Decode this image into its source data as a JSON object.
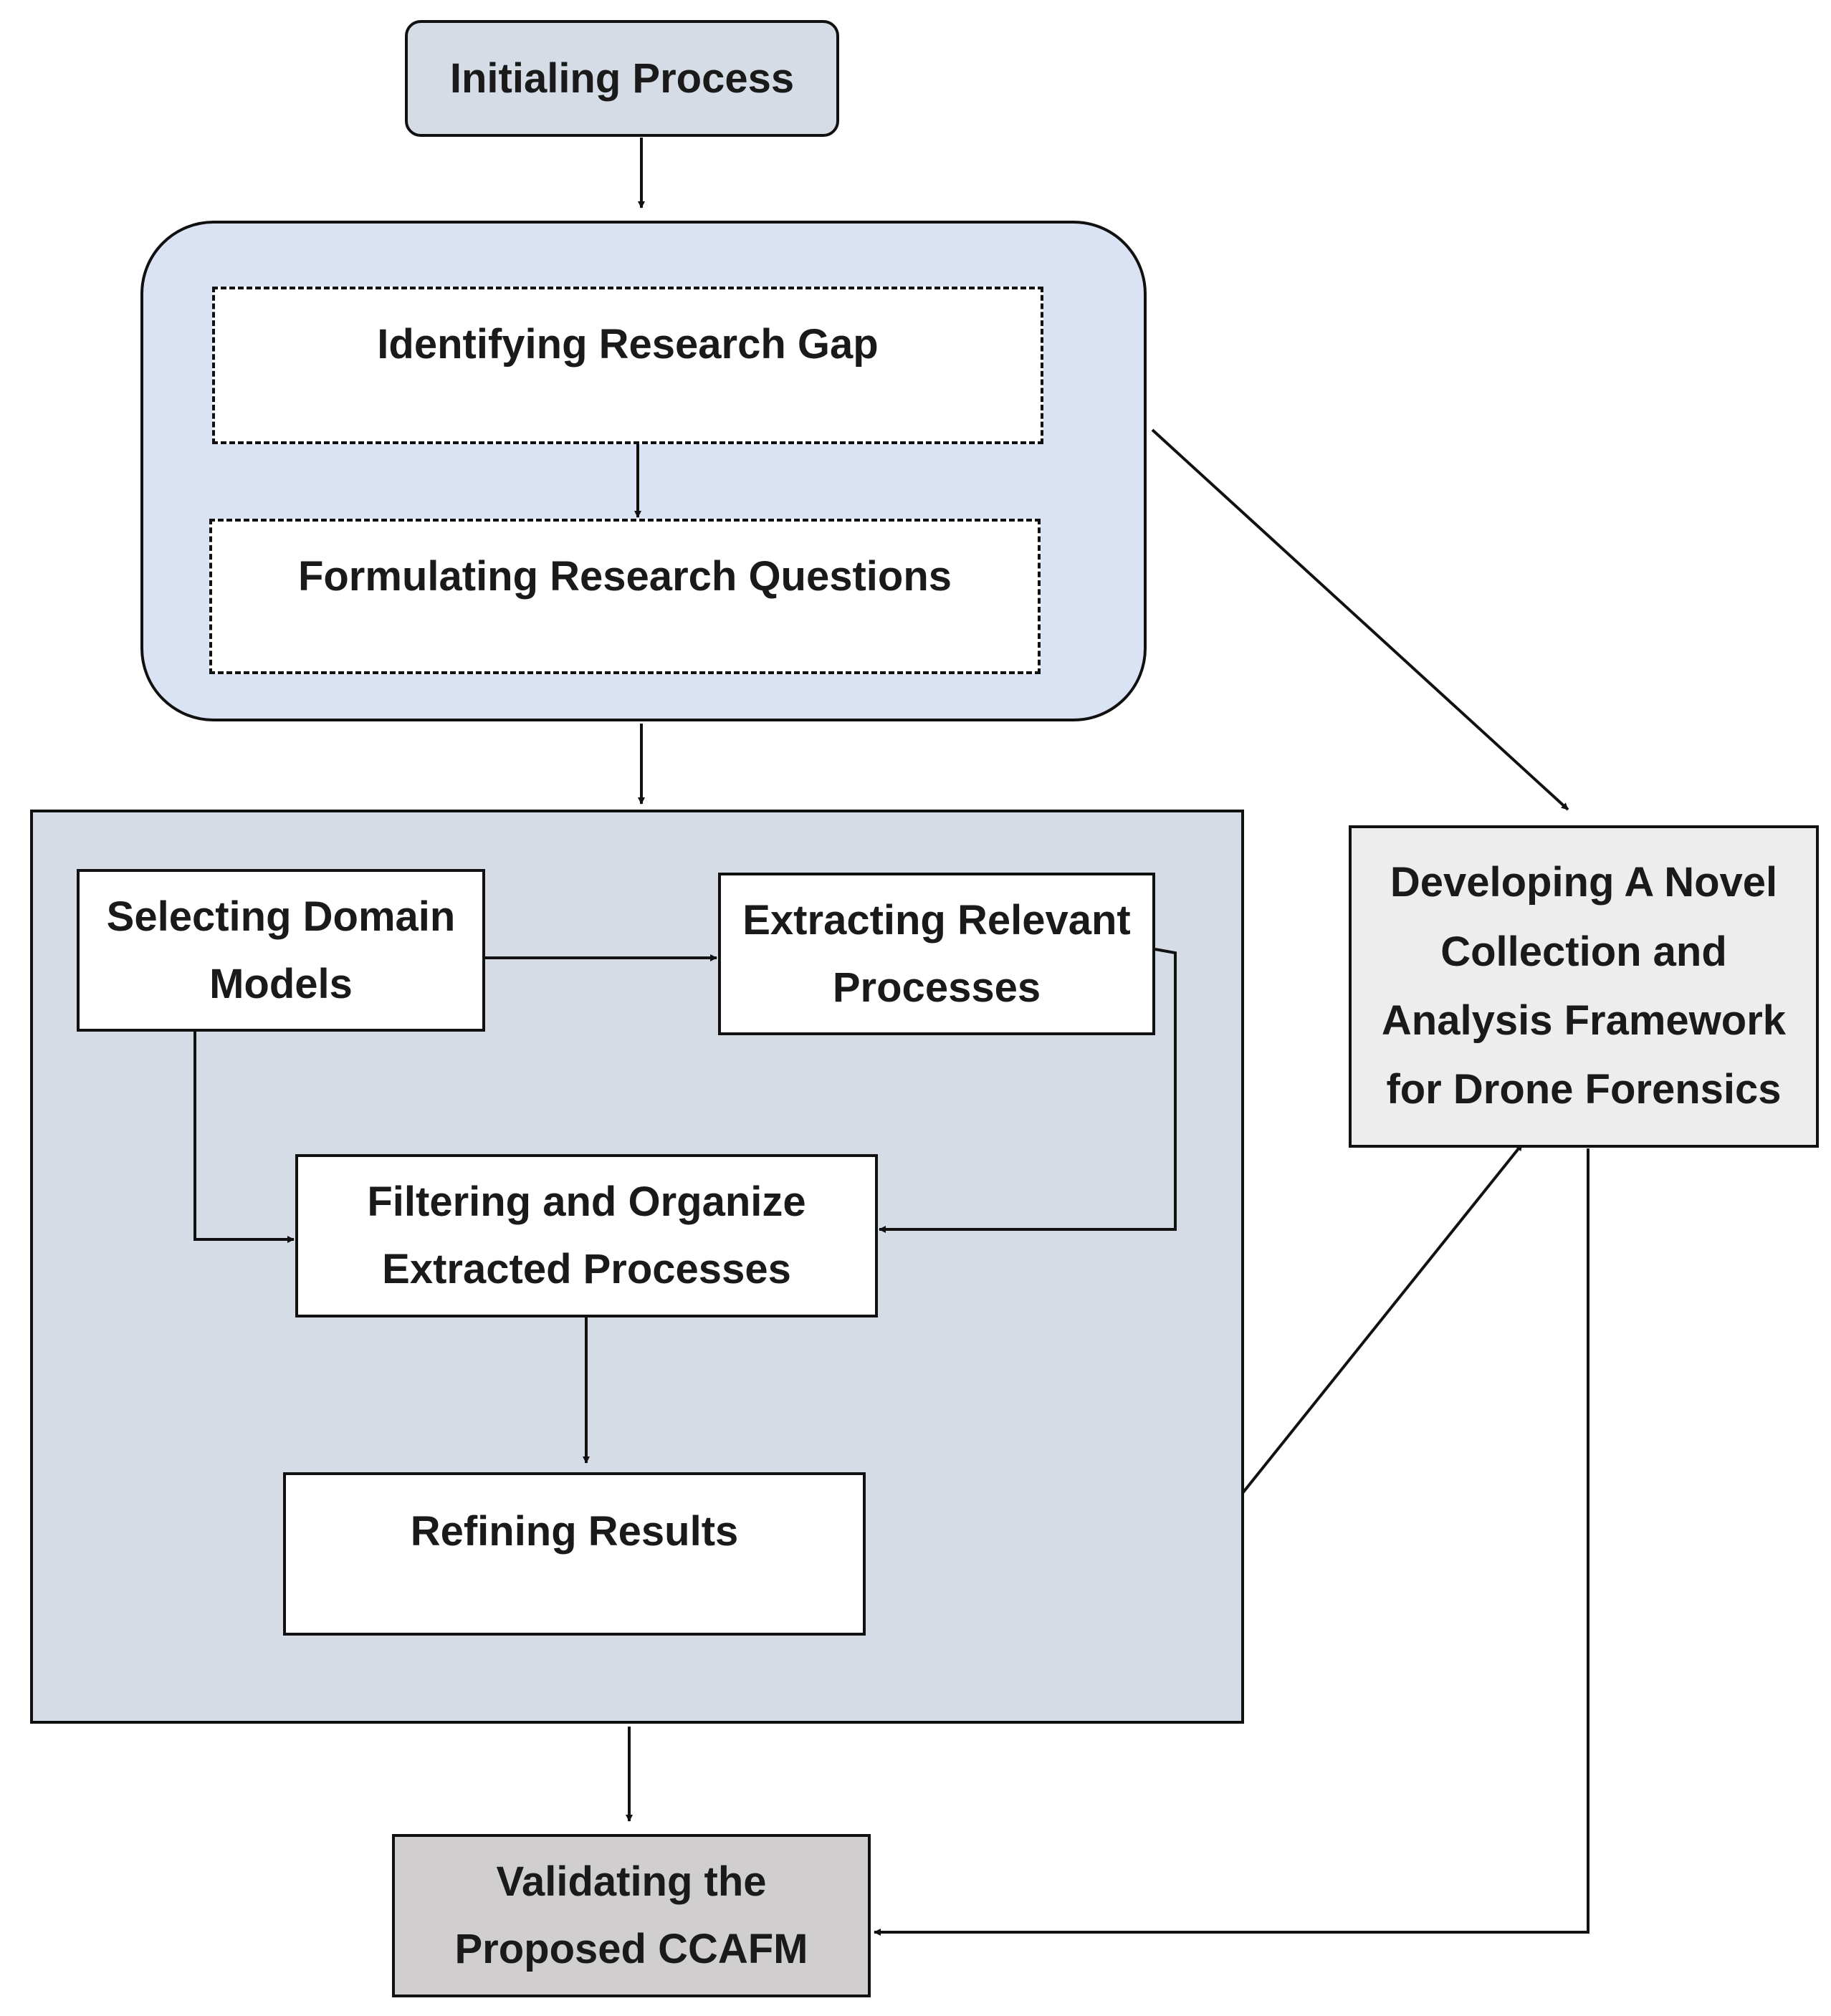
{
  "nodes": {
    "initial": "Initialing Process",
    "gap": "Identifying Research Gap",
    "questions": "Formulating Research Questions",
    "domain": [
      "Selecting Domain",
      "Models"
    ],
    "extract": [
      "Extracting Relevant",
      "Processes"
    ],
    "filter": [
      "Filtering and Organize",
      "Extracted Processes"
    ],
    "refine": "Refining Results",
    "develop": [
      "Developing A Novel",
      "Collection and",
      "Analysis Framework",
      "for Drone Forensics"
    ],
    "validate": [
      "Validating the",
      "Proposed CCAFM"
    ]
  },
  "colors": {
    "initial_fill": "#d5dce5",
    "research_group_fill": "#dae3f3",
    "method_group_fill": "#d5dce5",
    "develop_fill": "#ededed",
    "validate_fill": "#d0cece",
    "line": "#111111"
  }
}
